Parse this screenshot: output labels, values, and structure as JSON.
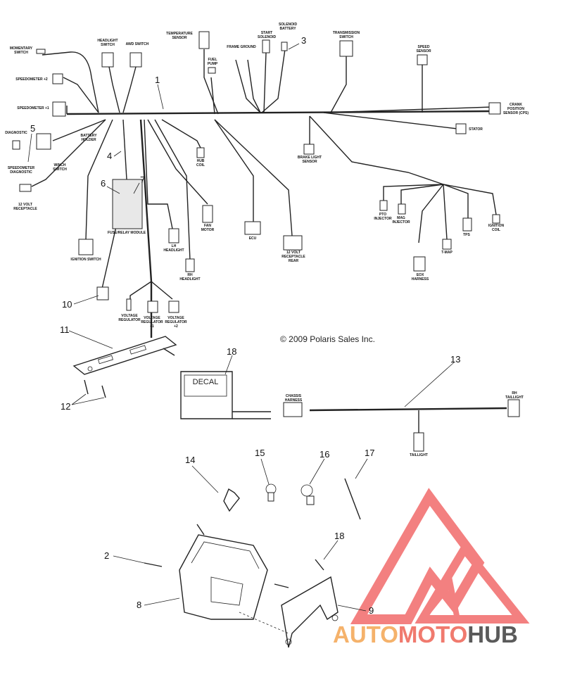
{
  "labels": {
    "momentary_switch": "MOMENTARY SWITCH",
    "headlight_switch": "HEADLIGHT SWITCH",
    "awd_switch": "AWD SWITCH",
    "temperature_sensor": "TEMPERATURE SENSOR",
    "fuel_pump": "FUEL PUMP",
    "frame_ground": "FRAME GROUND",
    "start_solenoid": "START SOLENOID",
    "solenoid_battery": "SOLENOID BATTERY",
    "transmission_switch": "TRANSMISSION SWITCH",
    "speed_sensor": "SPEED SENSOR",
    "speedometer_2": "SPEEDOMETER +2",
    "speedometer_1": "SPEEDOMETER +1",
    "diagnostic": "DIAGNOSTIC",
    "battery_holder": "BATTERY HOLDER",
    "speedometer_diagnostic": "SPEEDOMETER DIAGNOSTIC",
    "winch_switch": "WINCH SWITCH",
    "volt12_receptacle": "12 VOLT RECEPTACLE",
    "ignition_switch": "IGNITION SWITCH",
    "fuse_relay_module": "FUSE/RELAY MODULE",
    "hub_coil": "HUB COIL",
    "fan_motor": "FAN MOTOR",
    "lh_headlight": "LH HEADLIGHT",
    "rh_headlight": "RH HEADLIGHT",
    "ecu": "ECU",
    "volt12_receptacle_rear": "12 VOLT RECEPTACLE REAR",
    "brake_light_sensor": "BRAKE LIGHT SENSOR",
    "crank_position_sensor": "CRANK POSITION SENSOR (CPS)",
    "stator": "STATOR",
    "pto_injector": "PTO INJECTOR",
    "mag_injector": "MAG INJECTOR",
    "tps": "TPS",
    "ignition_coil": "IGNITION COIL",
    "tmap": "T-MAP",
    "eox_harness": "EOX HARNESS",
    "voltage_regulator": "VOLTAGE REGULATOR",
    "voltage_regulator_1": "VOLTAGE REGULATOR +1",
    "voltage_regulator_2": "VOLTAGE REGULATOR +2",
    "chassis_harness": "CHASSIS HARNESS",
    "rh_taillight": "RH TAILLIGHT",
    "taillight": "TAILLIGHT",
    "decal": "DECAL"
  },
  "callouts": {
    "n1": "1",
    "n2": "2",
    "n3": "3",
    "n4": "4",
    "n5": "5",
    "n6": "6",
    "n7": "7",
    "n8": "8",
    "n9": "9",
    "n10": "10",
    "n11": "11",
    "n12": "12",
    "n13": "13",
    "n14": "14",
    "n15": "15",
    "n16": "16",
    "n17": "17",
    "n18a": "18",
    "n18b": "18"
  },
  "copyright": "© 2009 Polaris Sales Inc.",
  "watermark": {
    "auto": "AUTO",
    "moto": "MOTO",
    "hub": "HUB",
    "color_auto": "#f5b26b",
    "color_moto": "#f07a6e",
    "color_hub": "#5a5a5a",
    "color_logo": "#f26a6a"
  }
}
